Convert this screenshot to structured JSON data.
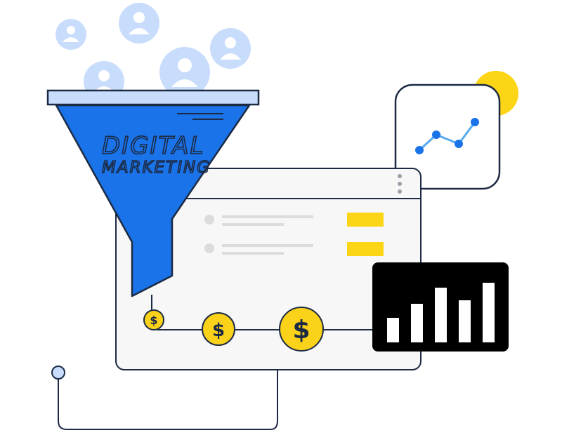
{
  "funnel": {
    "line1": "DIGITAL",
    "line2": "MARKETING"
  },
  "coins": {
    "symbol": "$"
  },
  "icons": {
    "users": "user-avatar-icon",
    "trend": "line-trend-icon",
    "bars": "bar-chart-icon",
    "menu": "more-vertical-icon"
  },
  "colors": {
    "funnel_blue": "#1a73e8",
    "avatar_blue": "#c8dcfb",
    "coin_yellow": "#fbd21a",
    "outline": "#1c2a44",
    "accent_yellow": "#fcd516"
  },
  "chart_icon": {
    "bar_levels": [
      0.35,
      0.55,
      0.78,
      0.6,
      0.85
    ]
  }
}
